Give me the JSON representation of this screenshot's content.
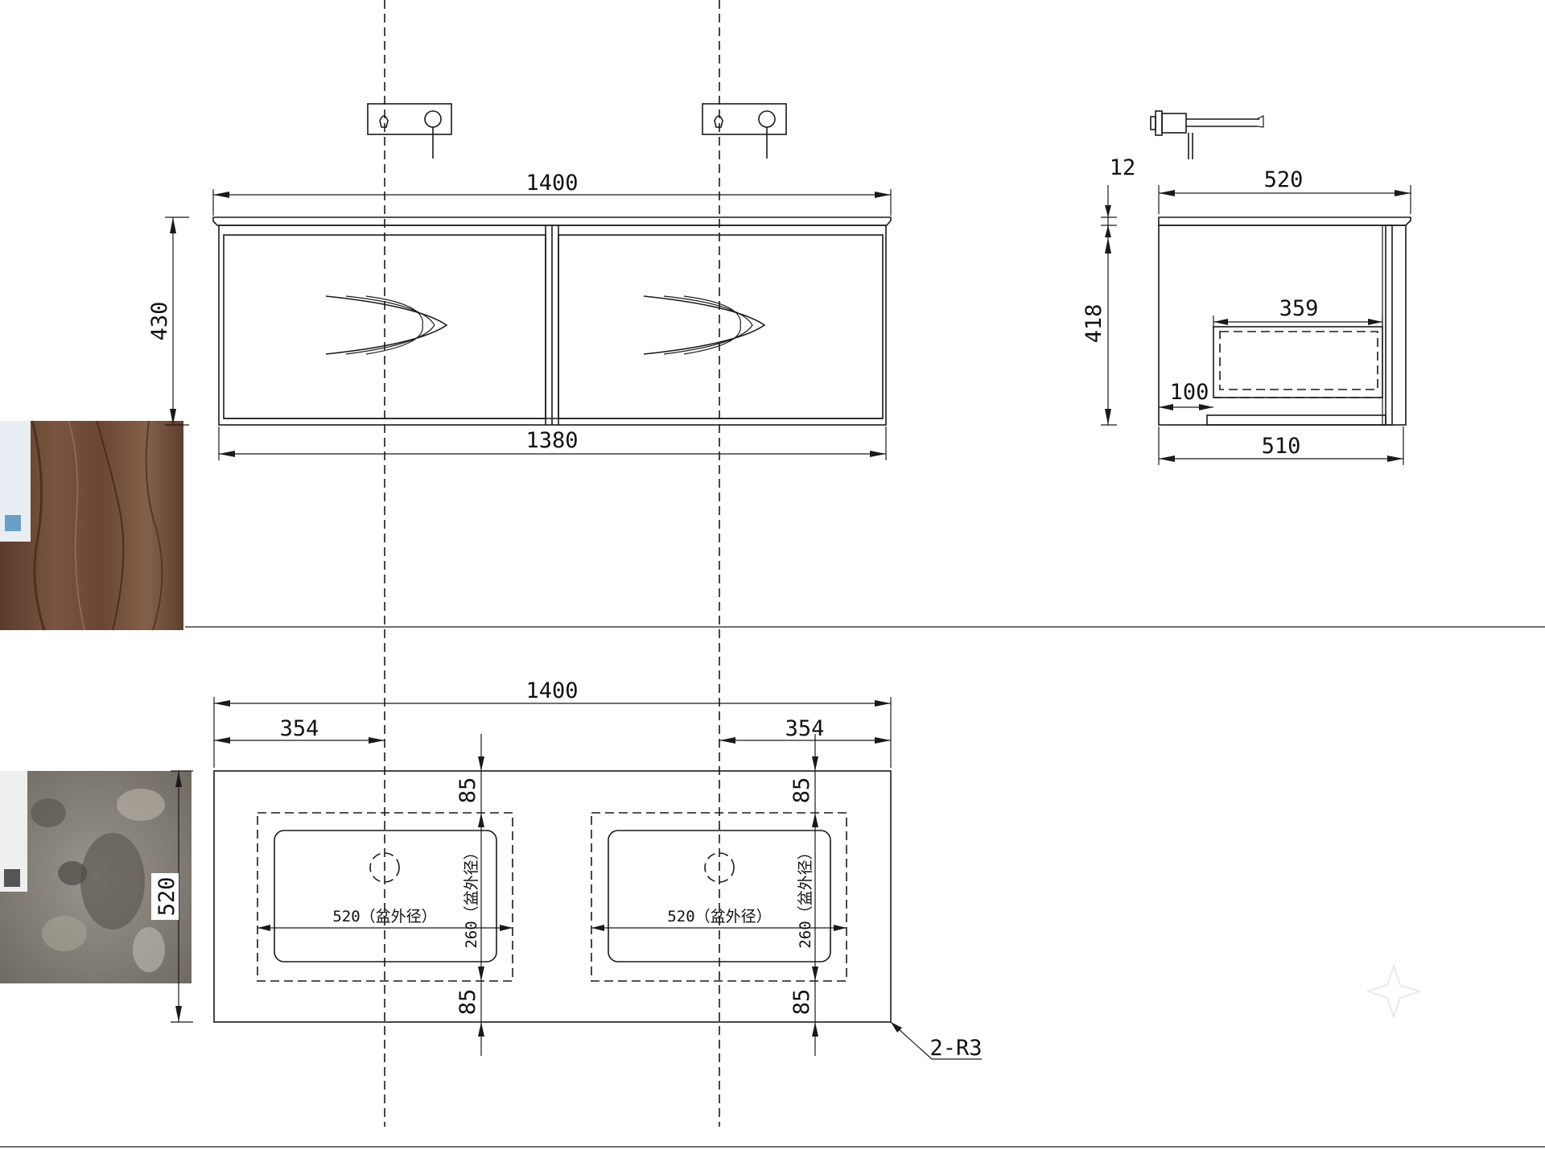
{
  "front_view": {
    "width_total": "1400",
    "width_cabinet": "1380",
    "height": "430"
  },
  "side_view": {
    "top_thickness": "12",
    "depth_top": "520",
    "height": "418",
    "drawer_inner": "359",
    "kick_offset": "100",
    "depth_cabinet": "510"
  },
  "plan_view": {
    "width_total": "1400",
    "offset_left": "354",
    "offset_right": "354",
    "depth": "520",
    "margin_top_left": "85",
    "margin_top_right": "85",
    "margin_bottom_left": "85",
    "margin_bottom_right": "85",
    "basin_left_width_label": "520（盆外径）",
    "basin_right_width_label": "520（盆外径）",
    "basin_left_depth_label": "260（盆外径）",
    "basin_right_depth_label": "260（盆外径）",
    "corner_radius_note": "2-R3"
  },
  "swatches": [
    {
      "name": "wood-swatch",
      "color": "#6b4a36"
    },
    {
      "name": "stone-swatch",
      "color": "#8a857c"
    }
  ]
}
